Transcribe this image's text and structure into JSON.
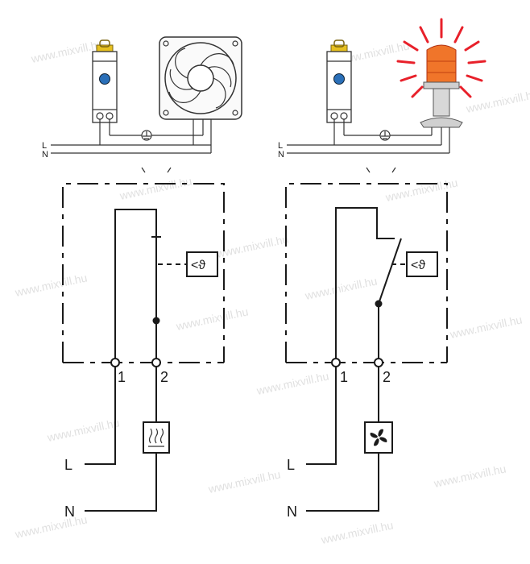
{
  "left": {
    "supply": {
      "l": "L",
      "n": "N"
    },
    "terminals": {
      "t1": "1",
      "t2": "2"
    },
    "sensor_symbol": "<ϑ",
    "load_l": "L",
    "load_n": "N"
  },
  "right": {
    "supply": {
      "l": "L",
      "n": "N"
    },
    "terminals": {
      "t1": "1",
      "t2": "2"
    },
    "sensor_symbol": "<ϑ",
    "load_l": "L",
    "load_n": "N"
  },
  "watermark": "www.mixvill.hu",
  "colors": {
    "line": "#1a1a1a",
    "device_blue": "#2a6fb8",
    "beacon_red": "#e8202a",
    "beacon_lens": "#f0752a",
    "device_yellow": "#e6c020"
  }
}
